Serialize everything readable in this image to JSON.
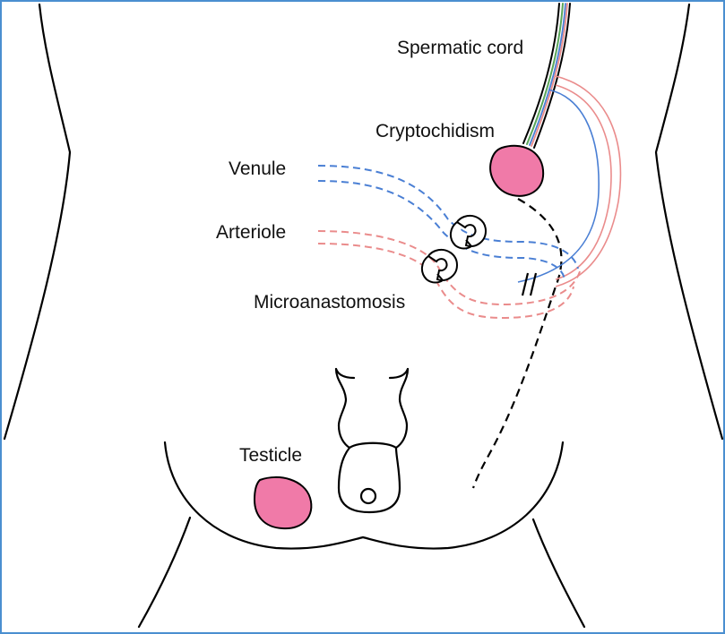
{
  "labels": {
    "spermatic_cord": "Spermatic cord",
    "cryptochidism": "Cryptochidism",
    "venule": "Venule",
    "arteriole": "Arteriole",
    "microanastomosis": "Microanastomosis",
    "testicle": "Testicle"
  },
  "colors": {
    "frame": "#4a8fd0",
    "outline": "#000000",
    "testis_fill": "#f07aa8",
    "venule": "#4a7fd4",
    "arteriole": "#ea8c8c",
    "cord_green": "#5aa55a"
  }
}
